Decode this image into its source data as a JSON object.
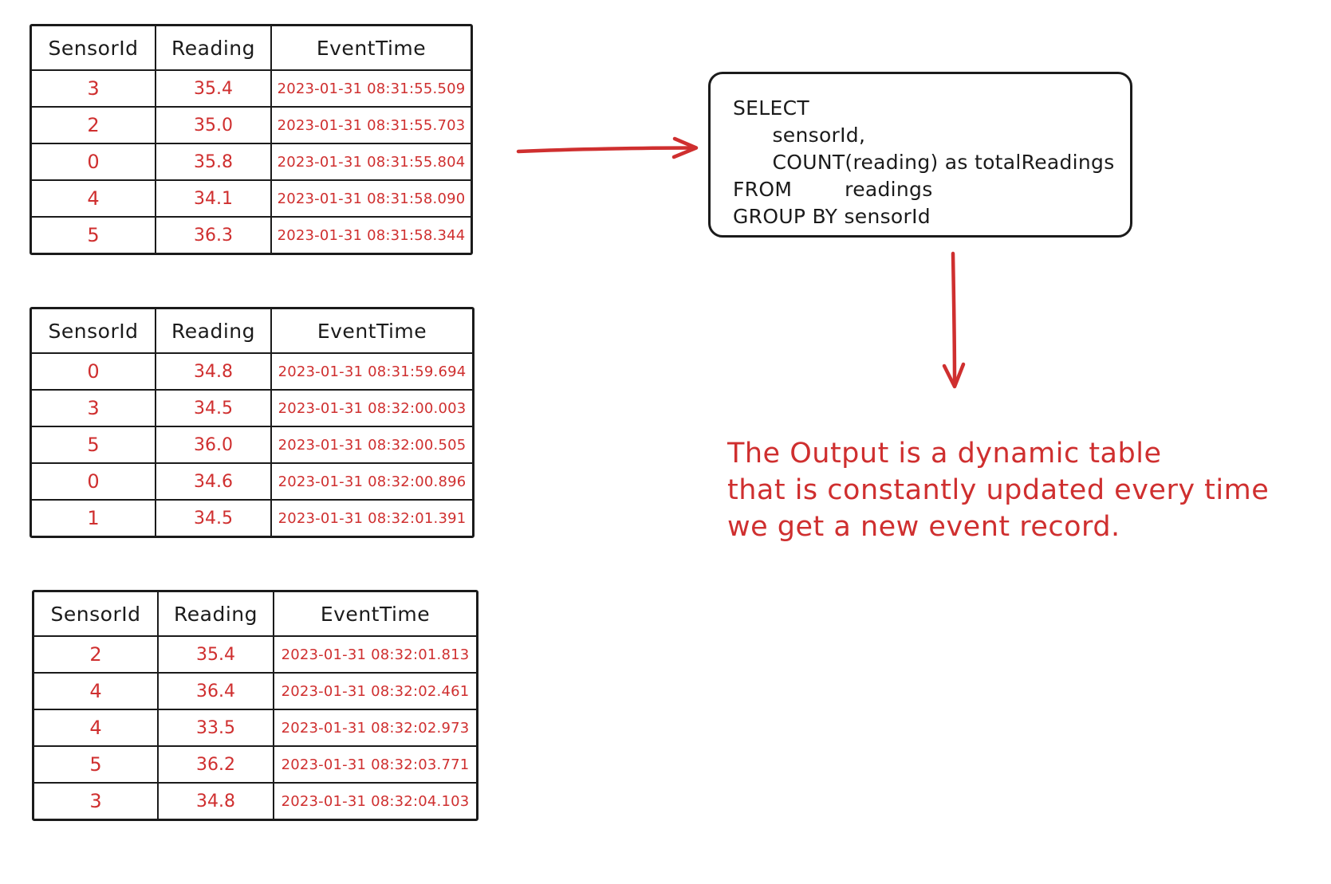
{
  "colors": {
    "ink": "#1b1b1b",
    "red": "#cf2f2f",
    "background": "#ffffff"
  },
  "tables": [
    {
      "name": "sensor-readings-batch-1",
      "headers": [
        "SensorId",
        "Reading",
        "EventTime"
      ],
      "rows": [
        [
          "3",
          "35.4",
          "2023-01-31 08:31:55.509"
        ],
        [
          "2",
          "35.0",
          "2023-01-31 08:31:55.703"
        ],
        [
          "0",
          "35.8",
          "2023-01-31 08:31:55.804"
        ],
        [
          "4",
          "34.1",
          "2023-01-31 08:31:58.090"
        ],
        [
          "5",
          "36.3",
          "2023-01-31 08:31:58.344"
        ]
      ]
    },
    {
      "name": "sensor-readings-batch-2",
      "headers": [
        "SensorId",
        "Reading",
        "EventTime"
      ],
      "rows": [
        [
          "0",
          "34.8",
          "2023-01-31 08:31:59.694"
        ],
        [
          "3",
          "34.5",
          "2023-01-31 08:32:00.003"
        ],
        [
          "5",
          "36.0",
          "2023-01-31 08:32:00.505"
        ],
        [
          "0",
          "34.6",
          "2023-01-31 08:32:00.896"
        ],
        [
          "1",
          "34.5",
          "2023-01-31 08:32:01.391"
        ]
      ]
    },
    {
      "name": "sensor-readings-batch-3",
      "headers": [
        "SensorId",
        "Reading",
        "EventTime"
      ],
      "rows": [
        [
          "2",
          "35.4",
          "2023-01-31 08:32:01.813"
        ],
        [
          "4",
          "36.4",
          "2023-01-31 08:32:02.461"
        ],
        [
          "4",
          "33.5",
          "2023-01-31 08:32:02.973"
        ],
        [
          "5",
          "36.2",
          "2023-01-31 08:32:03.771"
        ],
        [
          "3",
          "34.8",
          "2023-01-31 08:32:04.103"
        ]
      ]
    }
  ],
  "sql": {
    "lines": [
      "SELECT",
      "      sensorId,",
      "      COUNT(reading) as totalReadings",
      "FROM        readings",
      "GROUP BY sensorId"
    ]
  },
  "annotation": {
    "lines": [
      "The Output is a dynamic table",
      "that is constantly updated every time",
      "we get a new event record."
    ]
  }
}
